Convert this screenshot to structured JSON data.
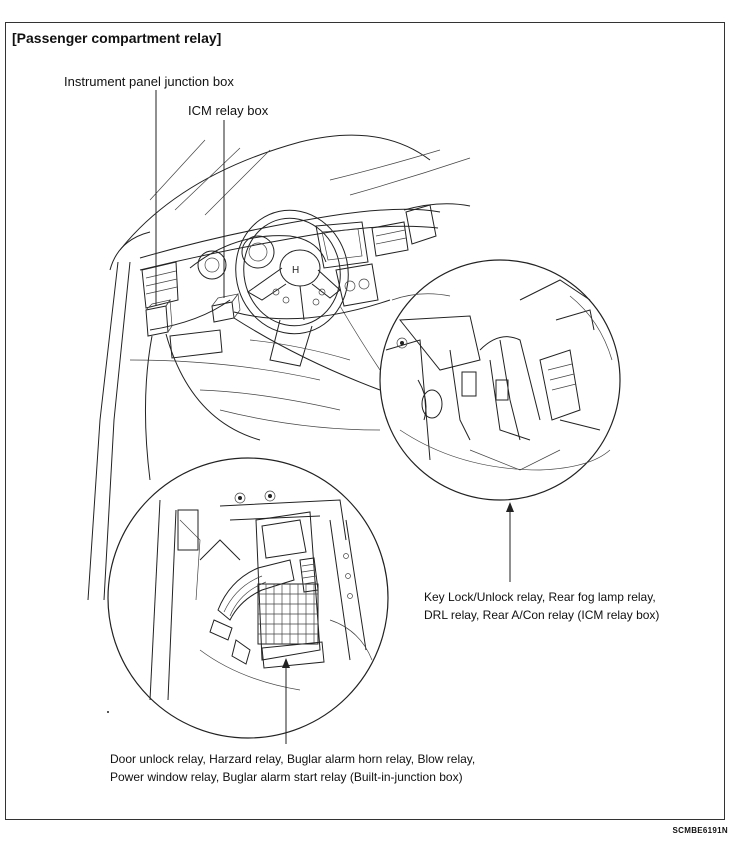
{
  "title": "[Passenger compartment relay]",
  "labels": {
    "instrument_panel_junction_box": "Instrument panel junction box",
    "icm_relay_box": "ICM relay box"
  },
  "captions": {
    "icm_line1": "Key Lock/Unlock relay, Rear fog lamp relay,",
    "icm_line2": "DRL relay, Rear A/Con relay (ICM relay box)",
    "jb_line1": "Door unlock relay, Harzard relay, Buglar alarm horn relay, Blow relay,",
    "jb_line2": "Power window relay, Buglar alarm start relay (Built-in-junction box)"
  },
  "figure_code": "SCMBE6191N"
}
